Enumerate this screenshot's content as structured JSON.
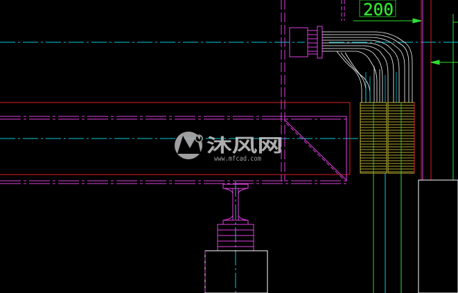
{
  "drawing": {
    "dimension_label": "200",
    "colors": {
      "background": "#000000",
      "center_line": "#00d0e0",
      "magenta": "#e040e0",
      "red": "#e02020",
      "white": "#ffffff",
      "yellow": "#f0e040",
      "green": "#30e030"
    }
  },
  "watermark": {
    "title": "沐风网",
    "url": "www.mfcad.com"
  }
}
